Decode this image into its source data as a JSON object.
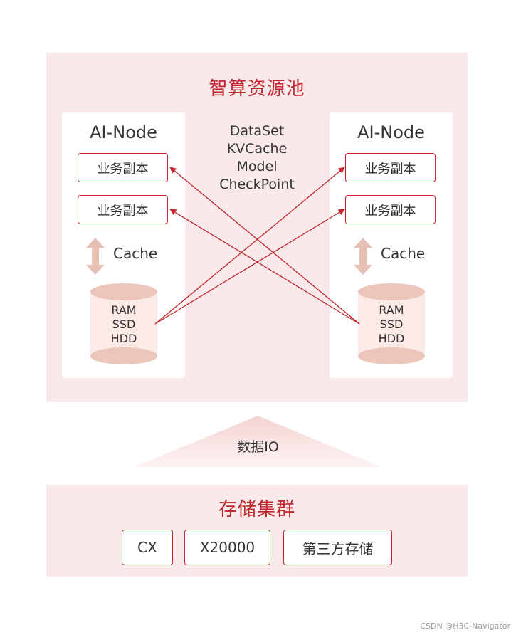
{
  "pool": {
    "title": "智算资源池",
    "left_node": {
      "title": "AI-Node",
      "replicas": [
        "业务副本",
        "业务副本"
      ],
      "cache_label": "Cache",
      "media": [
        "RAM",
        "SSD",
        "HDD"
      ]
    },
    "right_node": {
      "title": "AI-Node",
      "replicas": [
        "业务副本",
        "业务副本"
      ],
      "cache_label": "Cache",
      "media": [
        "RAM",
        "SSD",
        "HDD"
      ]
    },
    "data_types": [
      "DataSet",
      "KVCache",
      "Model",
      "CheckPoint"
    ]
  },
  "io_label": "数据IO",
  "storage": {
    "title": "存储集群",
    "items": [
      "CX",
      "X20000",
      "第三方存储"
    ]
  },
  "watermark": "CSDN @H3C-Navigator",
  "colors": {
    "accent": "#c0262c",
    "panel_bg": "#f9e9ea",
    "cylinder": "#ecc6bb",
    "cache_arrow": "#e8bfb3"
  }
}
